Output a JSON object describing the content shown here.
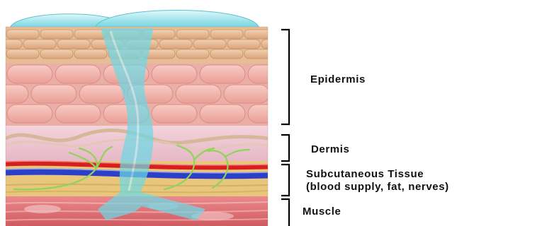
{
  "diagram": {
    "layers": [
      {
        "key": "epidermis",
        "label": "Epidermis"
      },
      {
        "key": "dermis",
        "label": "Dermis"
      },
      {
        "key": "subcutaneous",
        "label": "Subcutaneous Tissue",
        "sublabel": "(blood supply, fat, nerves)"
      },
      {
        "key": "muscle",
        "label": "Muscle"
      }
    ],
    "colors": {
      "droplet": "#8fe3ea",
      "flow": "#6fd8e4",
      "stratum_corneum": "#e2b791",
      "epidermal_cells": "#f2b9b1",
      "dermis": "#efc7d4",
      "artery": "#d81f1f",
      "vein": "#2b3fc9",
      "fat": "#d9c98a",
      "muscle": "#e06e72",
      "nerve": "#8fd45a"
    }
  }
}
